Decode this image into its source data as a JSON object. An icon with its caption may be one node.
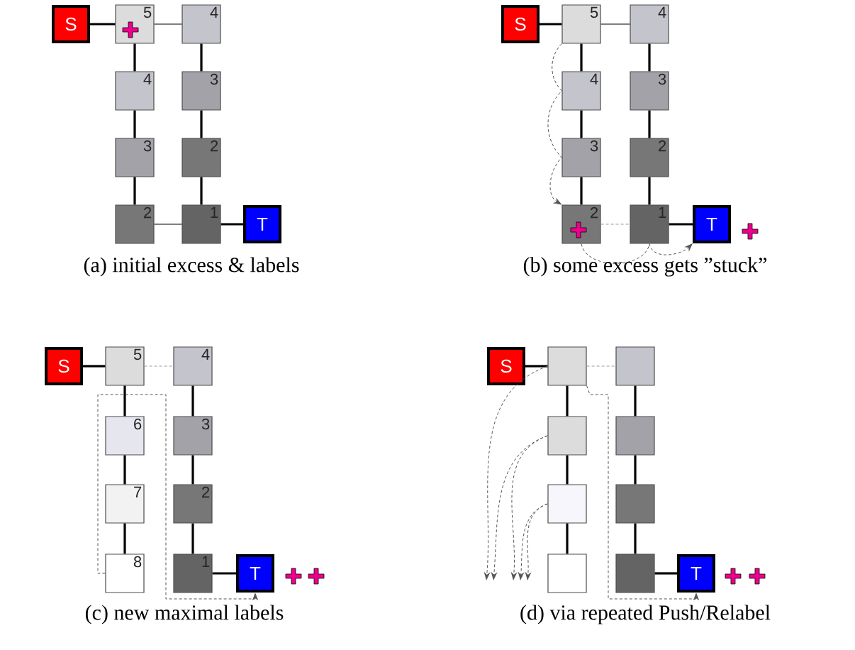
{
  "diagram": {
    "nodes": [
      {
        "text": [
          "S"
        ]
      },
      {
        "text": [
          "5"
        ]
      },
      {
        "text": [
          "4"
        ]
      },
      {
        "text": [
          "4"
        ]
      },
      {
        "text": [
          "3"
        ]
      },
      {
        "text": [
          "3"
        ]
      },
      {
        "text": [
          "2"
        ]
      },
      {
        "text": [
          "2"
        ]
      },
      {
        "text": [
          "1"
        ]
      },
      {
        "text": [
          "T"
        ]
      },
      {
        "text": [
          "S"
        ]
      },
      {
        "text": [
          "5"
        ]
      },
      {
        "text": [
          "4"
        ]
      },
      {
        "text": [
          "4"
        ]
      },
      {
        "text": [
          "3"
        ]
      },
      {
        "text": [
          "3"
        ]
      },
      {
        "text": [
          "2"
        ]
      },
      {
        "text": [
          "2"
        ]
      },
      {
        "text": [
          "1"
        ]
      },
      {
        "text": [
          "T"
        ]
      },
      {
        "text": [
          "S"
        ]
      },
      {
        "text": [
          "5"
        ]
      },
      {
        "text": [
          "4"
        ]
      },
      {
        "text": [
          "6"
        ]
      },
      {
        "text": [
          "3"
        ]
      },
      {
        "text": [
          "7"
        ]
      },
      {
        "text": [
          "2"
        ]
      },
      {
        "text": [
          "8"
        ]
      },
      {
        "text": [
          "1"
        ]
      },
      {
        "text": [
          "T"
        ]
      },
      {
        "text": [
          "S"
        ]
      },
      {
        "text": [],
        "shape": "box"
      },
      {
        "text": [],
        "shape": "box"
      },
      {
        "text": [],
        "shape": "box"
      },
      {
        "text": [],
        "shape": "box"
      },
      {
        "text": [],
        "shape": "box"
      },
      {
        "text": [],
        "shape": "box"
      },
      {
        "text": [],
        "shape": "box"
      },
      {
        "text": [],
        "shape": "box"
      },
      {
        "text": [
          "T"
        ]
      }
    ],
    "edges": [
      {
        "from": 0,
        "to": 1,
        "arrow": "none"
      },
      {
        "from": 1,
        "to": 2,
        "arrow": "none"
      },
      {
        "from": 1,
        "to": 3,
        "arrow": "none"
      },
      {
        "from": 3,
        "to": 5,
        "arrow": "none"
      },
      {
        "from": 5,
        "to": 7,
        "arrow": "none"
      },
      {
        "from": 2,
        "to": 4,
        "arrow": "none"
      },
      {
        "from": 4,
        "to": 6,
        "arrow": "none"
      },
      {
        "from": 6,
        "to": 8,
        "arrow": "none"
      },
      {
        "from": 7,
        "to": 8,
        "arrow": "none"
      },
      {
        "from": 8,
        "to": 9,
        "arrow": "none"
      },
      {
        "from": 10,
        "to": 11,
        "arrow": "none"
      },
      {
        "from": 11,
        "to": 12,
        "arrow": "none"
      },
      {
        "from": 11,
        "to": 13,
        "arrow": "none"
      },
      {
        "from": 13,
        "to": 15,
        "arrow": "none"
      },
      {
        "from": 15,
        "to": 17,
        "arrow": "none"
      },
      {
        "from": 12,
        "to": 14,
        "arrow": "none"
      },
      {
        "from": 14,
        "to": 16,
        "arrow": "none"
      },
      {
        "from": 16,
        "to": 18,
        "arrow": "none"
      },
      {
        "from": 17,
        "to": 18,
        "arrow": "none",
        "style": "dashed",
        "color": "#999999"
      },
      {
        "from": 18,
        "to": 19,
        "arrow": "none"
      },
      {
        "from": 11,
        "to": 17,
        "arrow": "to",
        "style": "dashed",
        "color": "#555555"
      },
      {
        "from": 17,
        "to": 19,
        "arrow": "to",
        "style": "dashed",
        "color": "#555555"
      },
      {
        "from": 20,
        "to": 21,
        "arrow": "none"
      },
      {
        "from": 21,
        "to": 22,
        "arrow": "none",
        "style": "dashed",
        "color": "#999999"
      },
      {
        "from": 21,
        "to": 23,
        "arrow": "none"
      },
      {
        "from": 23,
        "to": 25,
        "arrow": "none"
      },
      {
        "from": 25,
        "to": 27,
        "arrow": "none"
      },
      {
        "from": 22,
        "to": 24,
        "arrow": "none"
      },
      {
        "from": 24,
        "to": 26,
        "arrow": "none"
      },
      {
        "from": 26,
        "to": 28,
        "arrow": "none"
      },
      {
        "from": 28,
        "to": 29,
        "arrow": "none"
      },
      {
        "from": 27,
        "to": 29,
        "arrow": "to",
        "style": "dashed",
        "color": "#555555"
      },
      {
        "from": 30,
        "to": 31,
        "arrow": "none"
      },
      {
        "from": 31,
        "to": 32,
        "arrow": "none",
        "style": "dashed",
        "color": "#999999"
      },
      {
        "from": 31,
        "to": 33,
        "arrow": "none"
      },
      {
        "from": 33,
        "to": 35,
        "arrow": "none"
      },
      {
        "from": 35,
        "to": 37,
        "arrow": "none"
      },
      {
        "from": 32,
        "to": 34,
        "arrow": "none"
      },
      {
        "from": 34,
        "to": 36,
        "arrow": "none"
      },
      {
        "from": 36,
        "to": 38,
        "arrow": "none"
      },
      {
        "from": 38,
        "to": 39,
        "arrow": "none"
      },
      {
        "from": 31,
        "to": 39,
        "arrow": "to",
        "style": "dashed",
        "color": "#555555"
      },
      {
        "from": 31,
        "to": null,
        "arrow": "to",
        "style": "dashed",
        "color": "#555555"
      },
      {
        "from": 33,
        "to": null,
        "arrow": "to",
        "style": "dashed",
        "color": "#555555"
      },
      {
        "from": 33,
        "to": null,
        "arrow": "to",
        "style": "dashed",
        "color": "#555555"
      },
      {
        "from": 35,
        "to": null,
        "arrow": "to",
        "style": "dashed",
        "color": "#555555"
      },
      {
        "from": 35,
        "to": null,
        "arrow": "to",
        "style": "dashed",
        "color": "#555555"
      }
    ],
    "labels": [
      "(a) initial excess & labels",
      "(b) some excess gets ”stuck”",
      "(c) new maximal labels",
      "(d) via repeated Push/Relabel"
    ]
  }
}
